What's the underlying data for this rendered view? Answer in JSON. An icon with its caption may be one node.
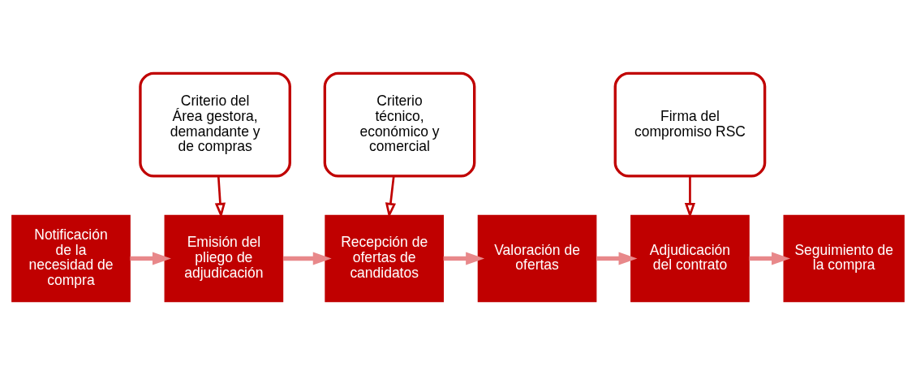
{
  "diagram": {
    "nodes": [
      {
        "text": [
          "Criterio del Área gestora, demandante y de compras"
        ]
      },
      {
        "text": [
          "Criterio técnico, económico y comercial"
        ]
      },
      {
        "text": [
          "Firma del compromiso RSC"
        ]
      },
      {
        "text": [
          "Notificación de la necesidad de compra"
        ]
      },
      {
        "text": [
          "Emisión del pliego de adjudicación"
        ]
      },
      {
        "text": [
          "Recepción de ofertas de candidatos"
        ]
      },
      {
        "text": [
          "Valoración de ofertas"
        ]
      },
      {
        "text": [
          "Adjudicación del contrato"
        ]
      },
      {
        "text": [
          "Seguimiento de la compra"
        ]
      }
    ],
    "edges": [
      {
        "from": 0,
        "to": 4,
        "arrow": "to",
        "color": "#c00000"
      },
      {
        "from": 1,
        "to": 5,
        "arrow": "to",
        "color": "#c00000"
      },
      {
        "from": 2,
        "to": 7,
        "arrow": "to",
        "color": "#c00000"
      },
      {
        "from": 3,
        "to": 4,
        "arrow": "to"
      },
      {
        "from": 4,
        "to": 5,
        "arrow": "to"
      },
      {
        "from": 5,
        "to": 6,
        "arrow": "to"
      },
      {
        "from": 6,
        "to": 7,
        "arrow": "to"
      },
      {
        "from": 7,
        "to": 8,
        "arrow": "to"
      }
    ]
  }
}
